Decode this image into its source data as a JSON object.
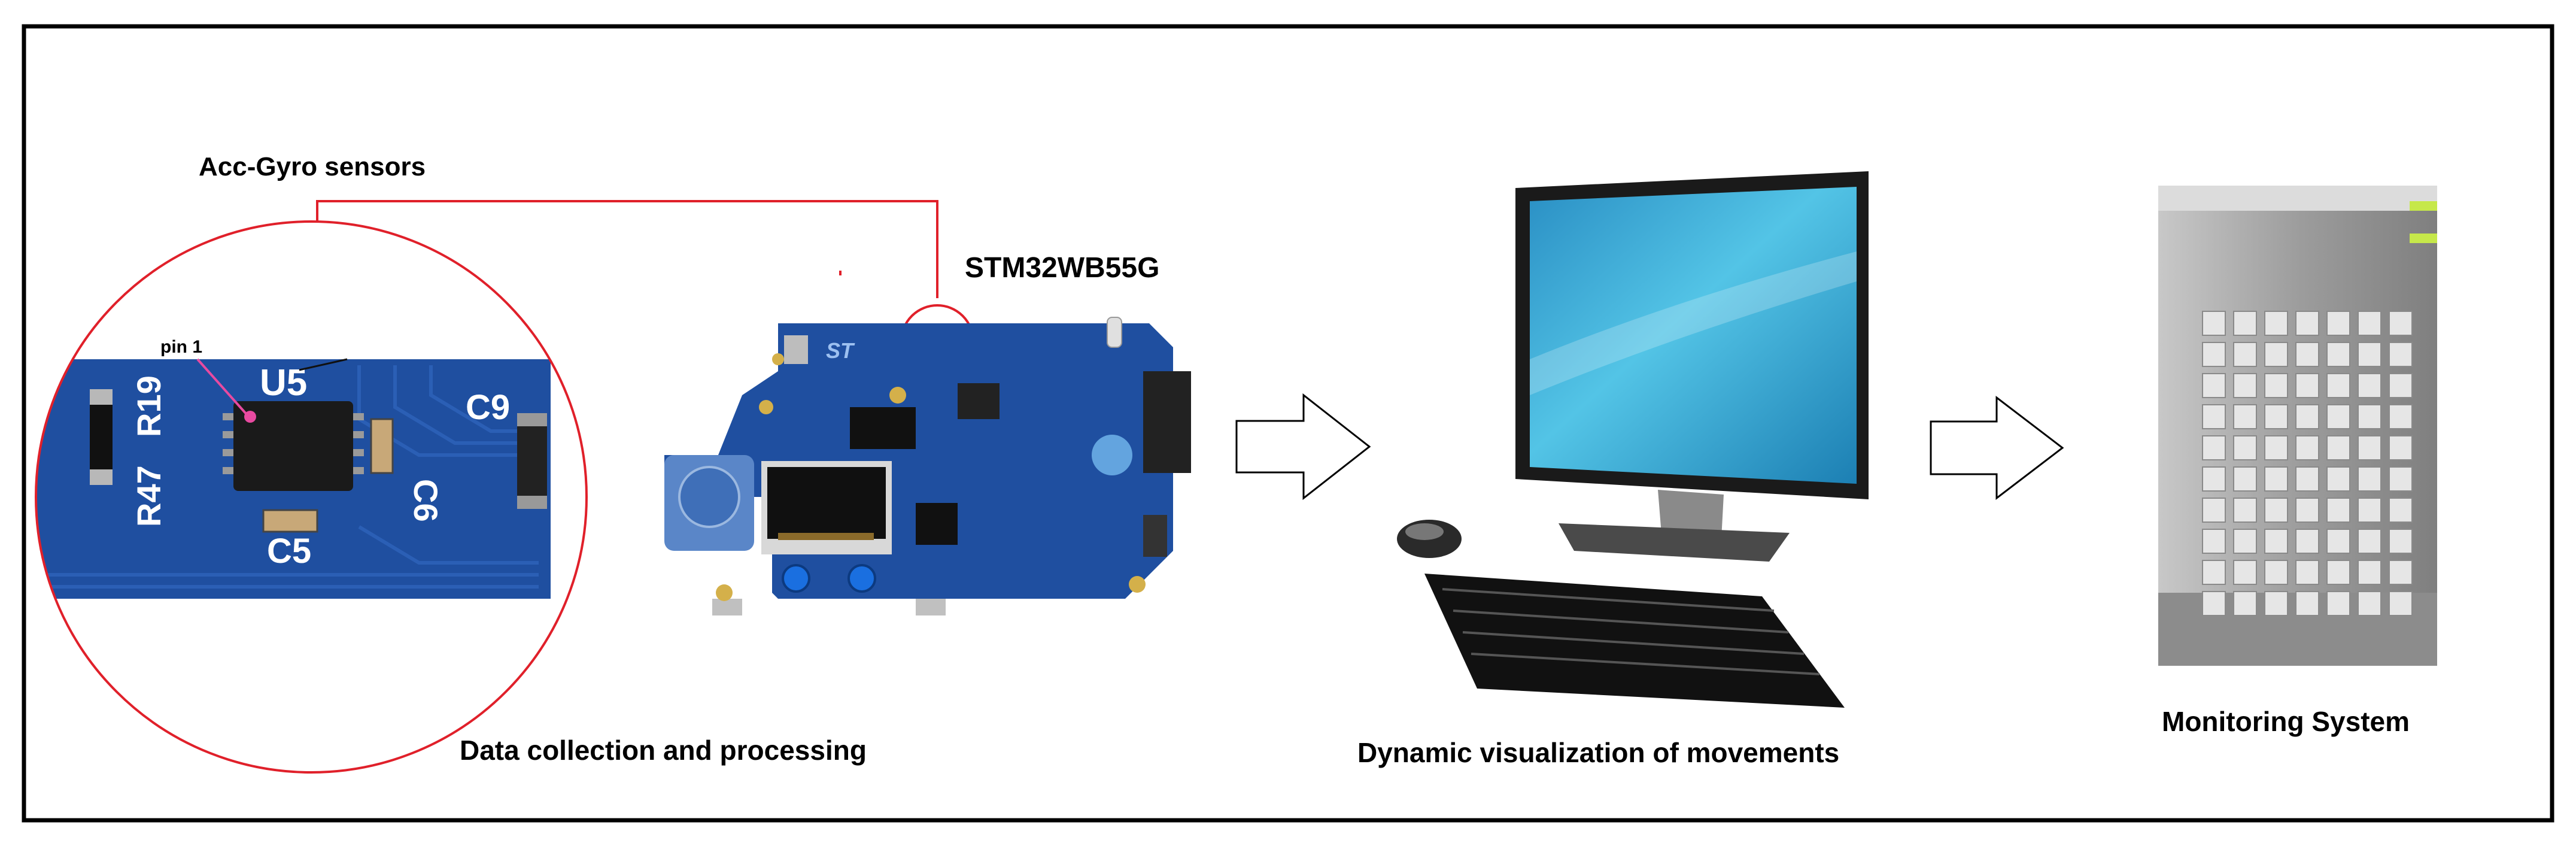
{
  "labels": {
    "acc_gyro": "Acc-Gyro sensors",
    "board_name": "STM32WB55G",
    "pin": "pin 1",
    "data_collection": "Data collection and processing",
    "dynamic_visualization": "Dynamic visualization of movements",
    "monitoring": "Monitoring System"
  },
  "pcb_markings": {
    "u5": "U5",
    "r47": "R47",
    "r19": "R19",
    "c9": "C9",
    "c6": "C6",
    "c5": "C5"
  },
  "colors": {
    "pcb_blue": "#1f4fa0",
    "pcb_dark": "#173f86",
    "connector_red": "#e0202a",
    "screen_cyan": "#3fb6d8",
    "server_gray": "#9a9a9a"
  },
  "icons": {
    "arrow": "outline-right-arrow",
    "board": "stm32-board-icon",
    "computer": "desktop-computer-icon",
    "server": "server-tower-icon"
  }
}
